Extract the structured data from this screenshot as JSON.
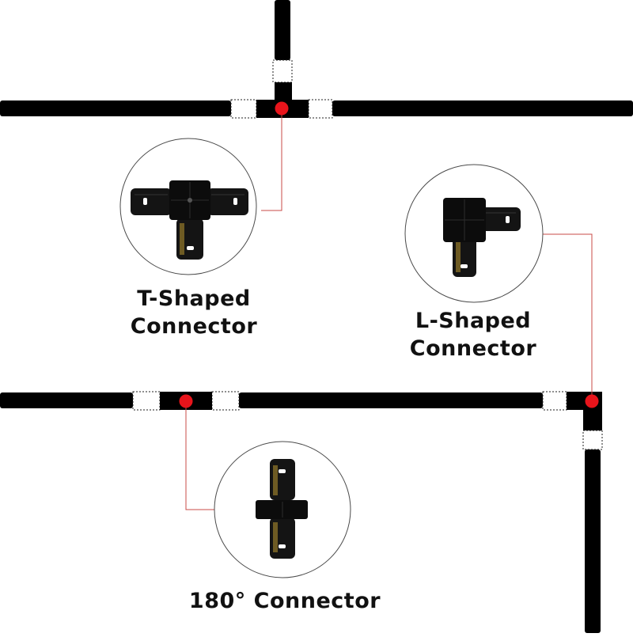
{
  "colors": {
    "rail": "#000000",
    "marker": "#e8141b",
    "leader": "#c84b47",
    "circle_border": "#4a4a4a",
    "connector_body": "#111111",
    "connector_detail": "#c9a437",
    "background": "#ffffff"
  },
  "connectors": {
    "t_shaped": {
      "line1": "T-Shaped",
      "line2": "Connector"
    },
    "l_shaped": {
      "line1": "L-Shaped",
      "line2": "Connector"
    },
    "straight": {
      "label": "180° Connector"
    }
  }
}
